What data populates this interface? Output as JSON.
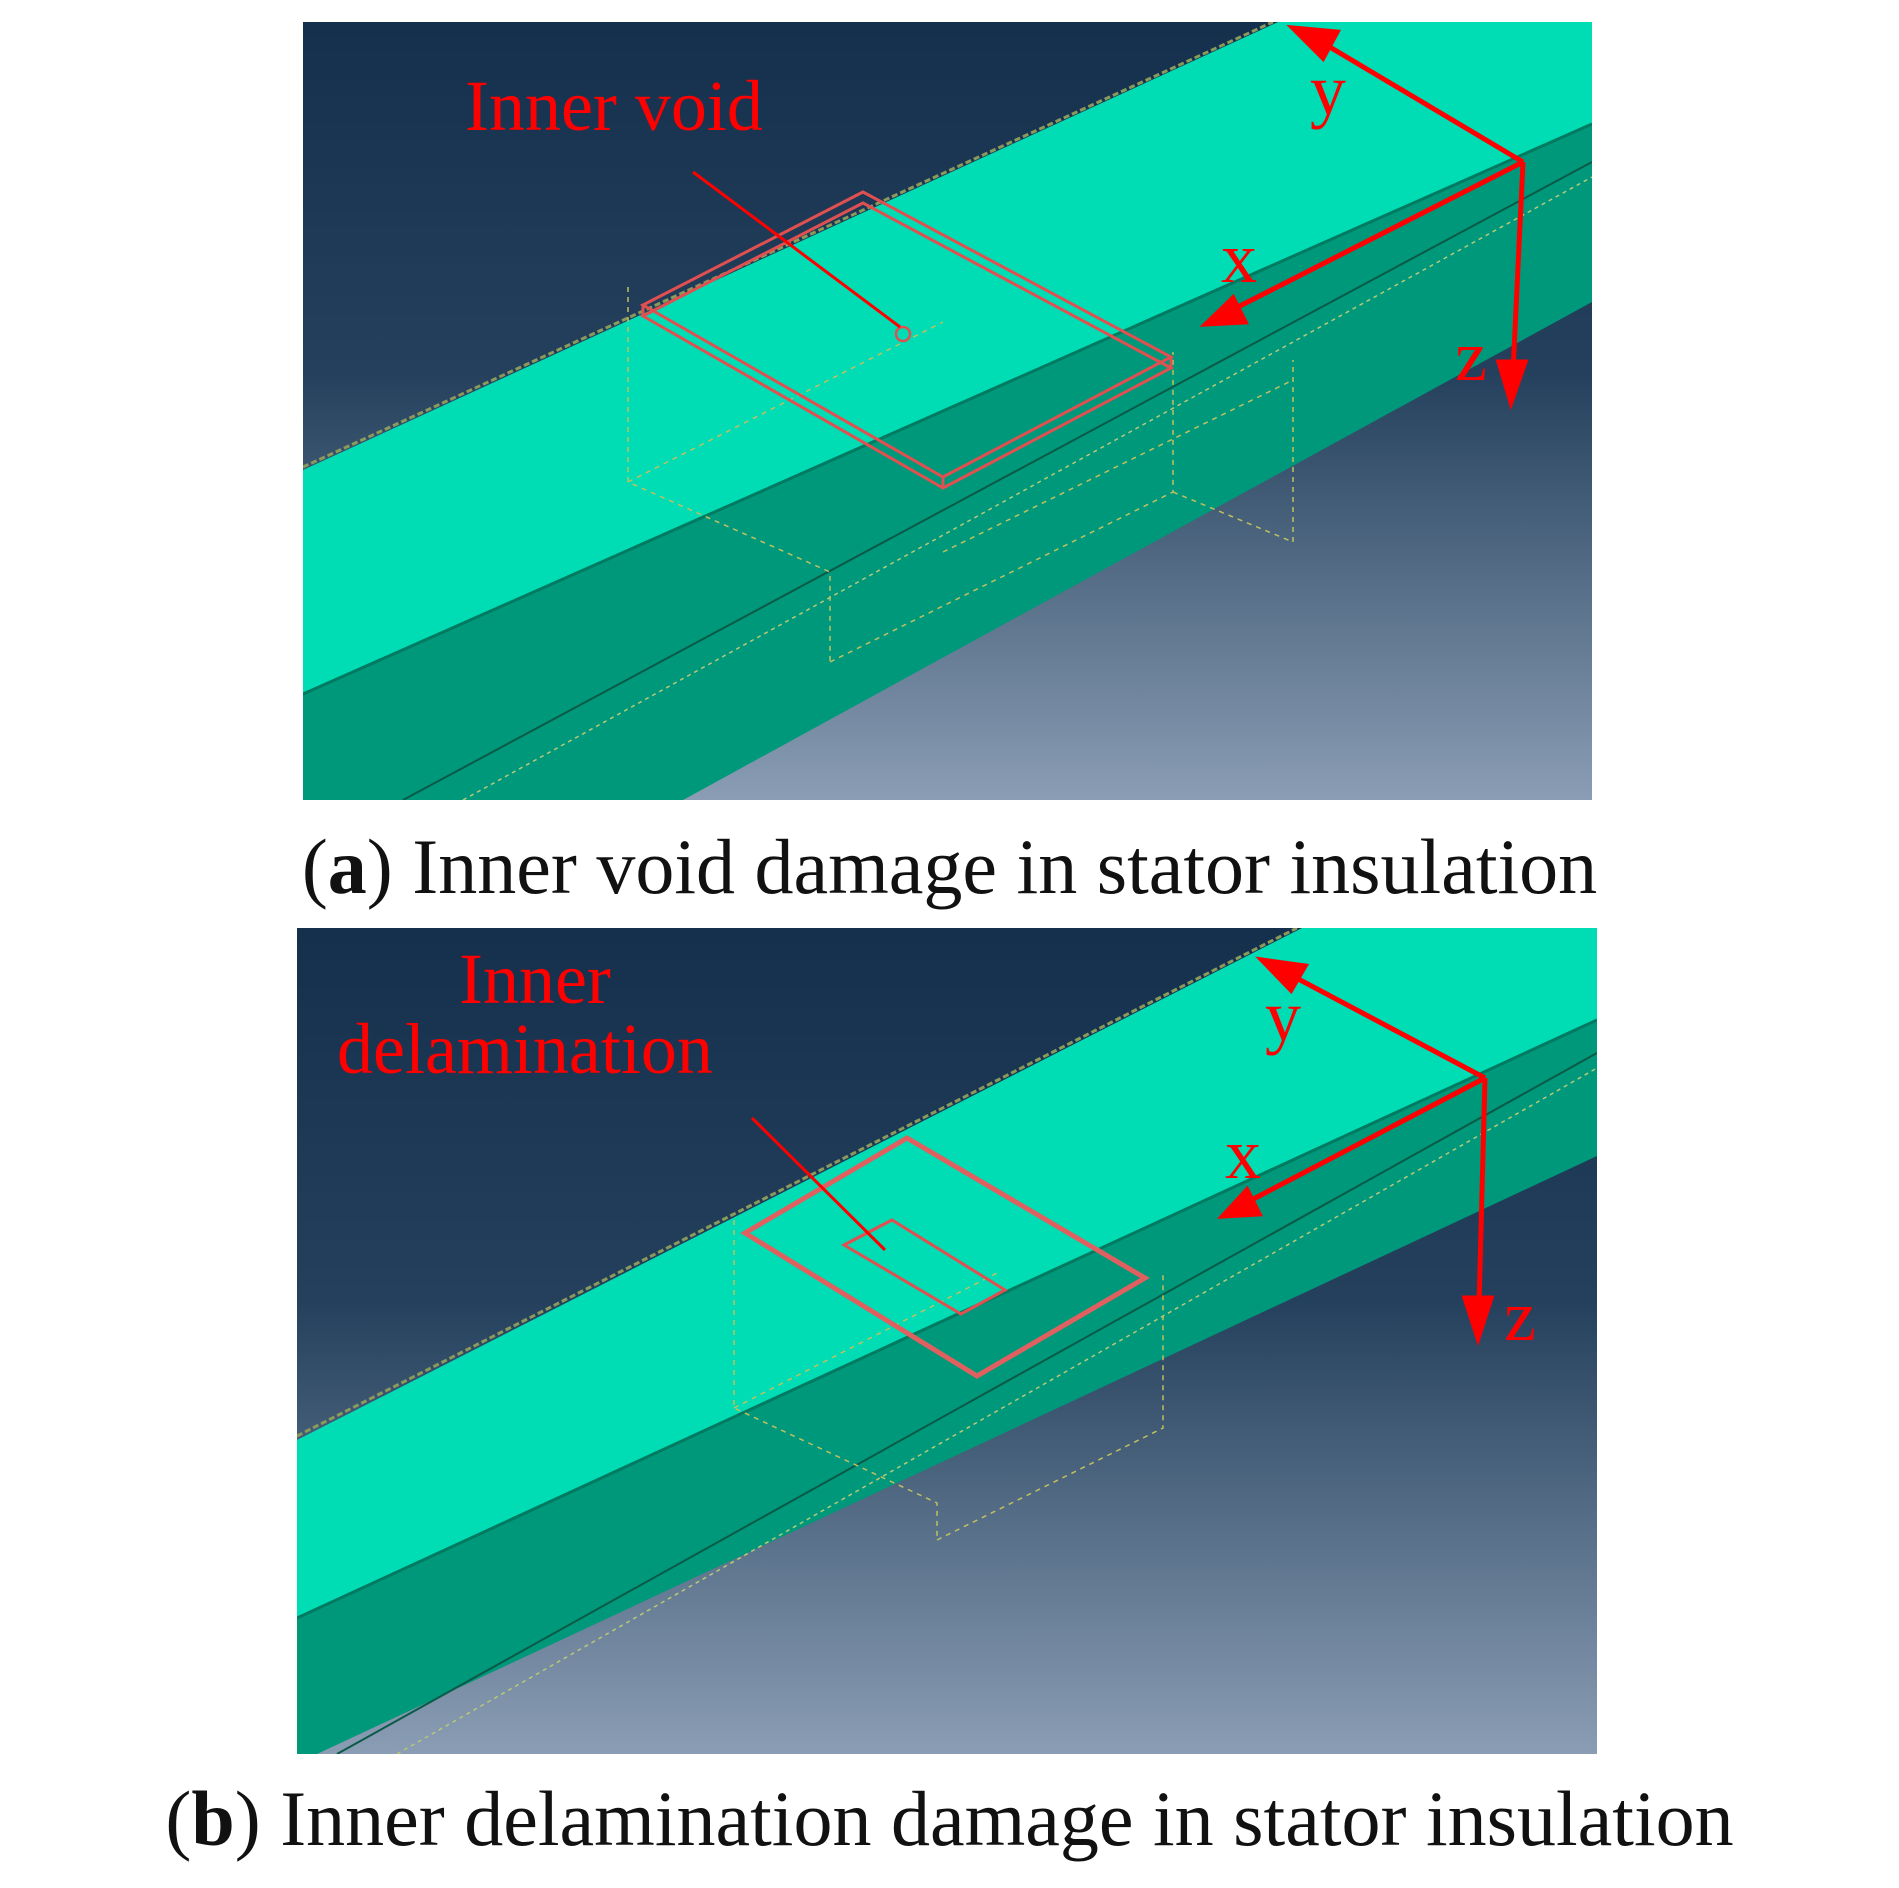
{
  "panels": [
    {
      "id": "a",
      "damage_label": [
        "Inner void"
      ],
      "axes": {
        "x": "x",
        "y": "y",
        "z": "z"
      },
      "caption": {
        "prefix": "(",
        "tag": "a",
        "suffix": ") Inner void damage in stator insulation"
      }
    },
    {
      "id": "b",
      "damage_label": [
        "Inner",
        "delamination"
      ],
      "axes": {
        "x": "x",
        "y": "y",
        "z": "z"
      },
      "caption": {
        "prefix": "(",
        "tag": "b",
        "suffix": ") Inner delamination damage in stator insulation"
      }
    }
  ],
  "colors": {
    "background_dark": "#14304c",
    "background_light": "#8a9db4",
    "bar_top": "#00dcb4",
    "bar_side": "#00987a",
    "annotation": "#ff0000"
  }
}
